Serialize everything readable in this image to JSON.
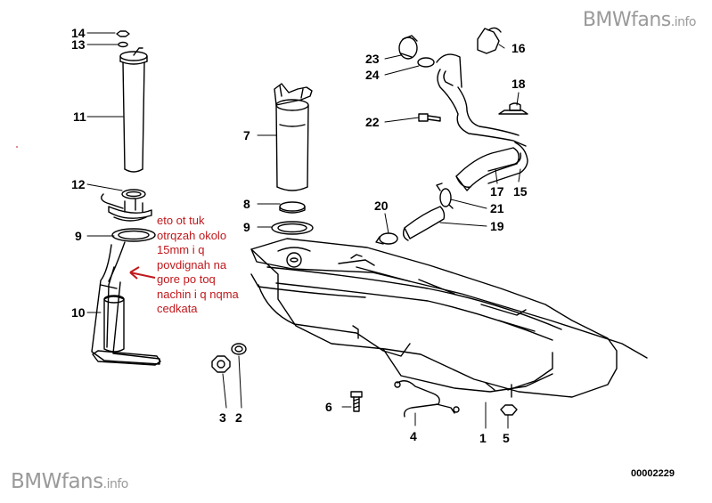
{
  "watermark": {
    "brand": "BMWfans",
    "suffix": ".info"
  },
  "document_number": "00002229",
  "annotation_note": "eto ot tuk otrqzah okolo 15mm i q povdignah na gore po toq nachin i q nqma cedkata",
  "callouts": [
    {
      "id": "c14",
      "label": "14"
    },
    {
      "id": "c13",
      "label": "13"
    },
    {
      "id": "c11",
      "label": "11"
    },
    {
      "id": "c12",
      "label": "12"
    },
    {
      "id": "c9a",
      "label": "9"
    },
    {
      "id": "c10",
      "label": "10"
    },
    {
      "id": "c7",
      "label": "7"
    },
    {
      "id": "c8",
      "label": "8"
    },
    {
      "id": "c9b",
      "label": "9"
    },
    {
      "id": "c23",
      "label": "23"
    },
    {
      "id": "c24",
      "label": "24"
    },
    {
      "id": "c16",
      "label": "16"
    },
    {
      "id": "c18",
      "label": "18"
    },
    {
      "id": "c22",
      "label": "22"
    },
    {
      "id": "c17",
      "label": "17"
    },
    {
      "id": "c15",
      "label": "15"
    },
    {
      "id": "c20",
      "label": "20"
    },
    {
      "id": "c21",
      "label": "21"
    },
    {
      "id": "c19",
      "label": "19"
    },
    {
      "id": "c3",
      "label": "3"
    },
    {
      "id": "c2",
      "label": "2"
    },
    {
      "id": "c6",
      "label": "6"
    },
    {
      "id": "c4",
      "label": "4"
    },
    {
      "id": "c1",
      "label": "1"
    },
    {
      "id": "c5",
      "label": "5"
    }
  ],
  "colors": {
    "line": "#000000",
    "annotation": "#c0181c",
    "watermark": "#9a9a9a"
  }
}
